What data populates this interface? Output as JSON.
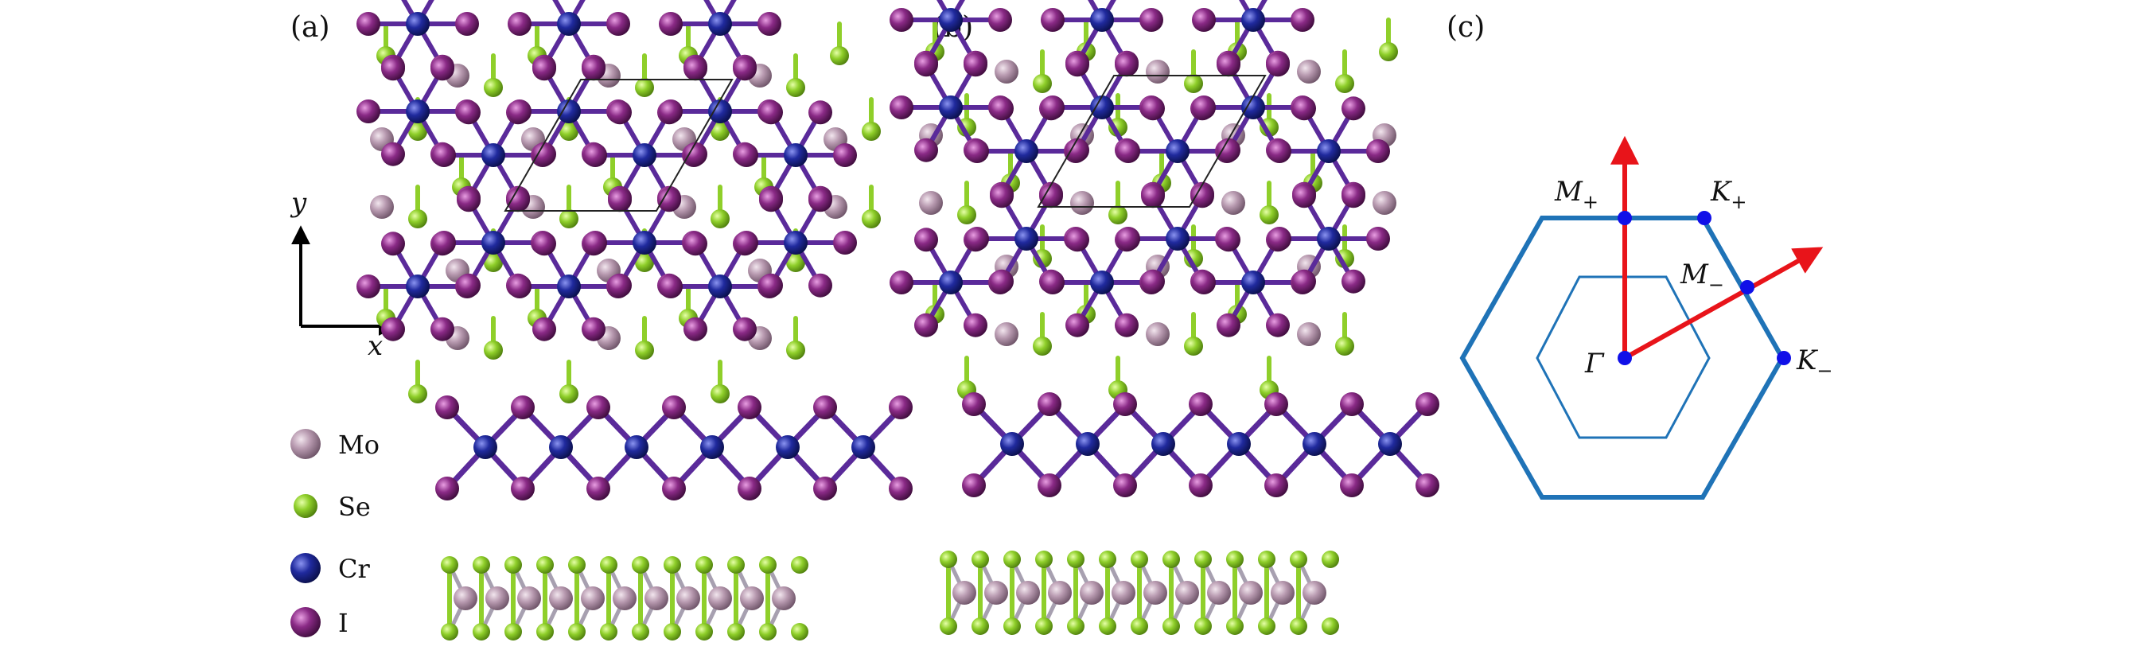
{
  "panels": {
    "a": "(a)",
    "b": "(b)",
    "c": "(c)"
  },
  "axes": {
    "x": "x",
    "y": "y"
  },
  "legend": [
    {
      "key": "mo",
      "label": "Mo",
      "color": "#b89ab0"
    },
    {
      "key": "se",
      "label": "Se",
      "color": "#8fcf2a"
    },
    {
      "key": "cr",
      "label": "Cr",
      "color": "#202a9e"
    },
    {
      "key": "i",
      "label": "I",
      "color": "#8a2a86"
    }
  ],
  "brillouin": {
    "points": {
      "gamma": "Γ",
      "m_plus": "M",
      "m_plus_sub": "+",
      "k_plus": "K",
      "k_plus_sub": "+",
      "m_minus": "M",
      "m_minus_sub": "−",
      "k_minus": "K",
      "k_minus_sub": "−"
    },
    "colors": {
      "hex": "#1f73b7",
      "arrow": "#e8141a",
      "point": "#1010e8"
    }
  }
}
